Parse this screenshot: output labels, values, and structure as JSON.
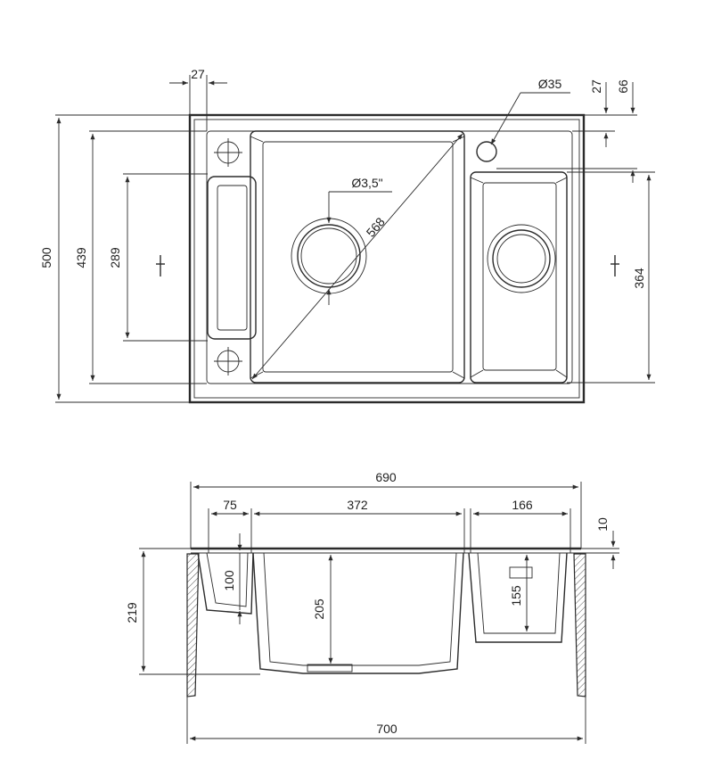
{
  "top_view": {
    "dims": {
      "tap_offset": "27",
      "tap_hole": "Ø35",
      "top_offset_a": "27",
      "top_offset_b": "66",
      "overall_depth": "500",
      "inner_depth": "439",
      "drainer_length": "289",
      "small_bowl_length": "364",
      "diagonal": "568",
      "waste_size": "Ø3,5\""
    }
  },
  "section_view": {
    "dims": {
      "inner_width": "690",
      "drainer_width": "75",
      "main_bowl_width": "372",
      "small_bowl_width": "166",
      "rim_thickness": "10",
      "overall_height": "219",
      "drainer_height": "100",
      "main_bowl_depth": "205",
      "small_bowl_depth": "155",
      "overall_width": "700"
    }
  }
}
